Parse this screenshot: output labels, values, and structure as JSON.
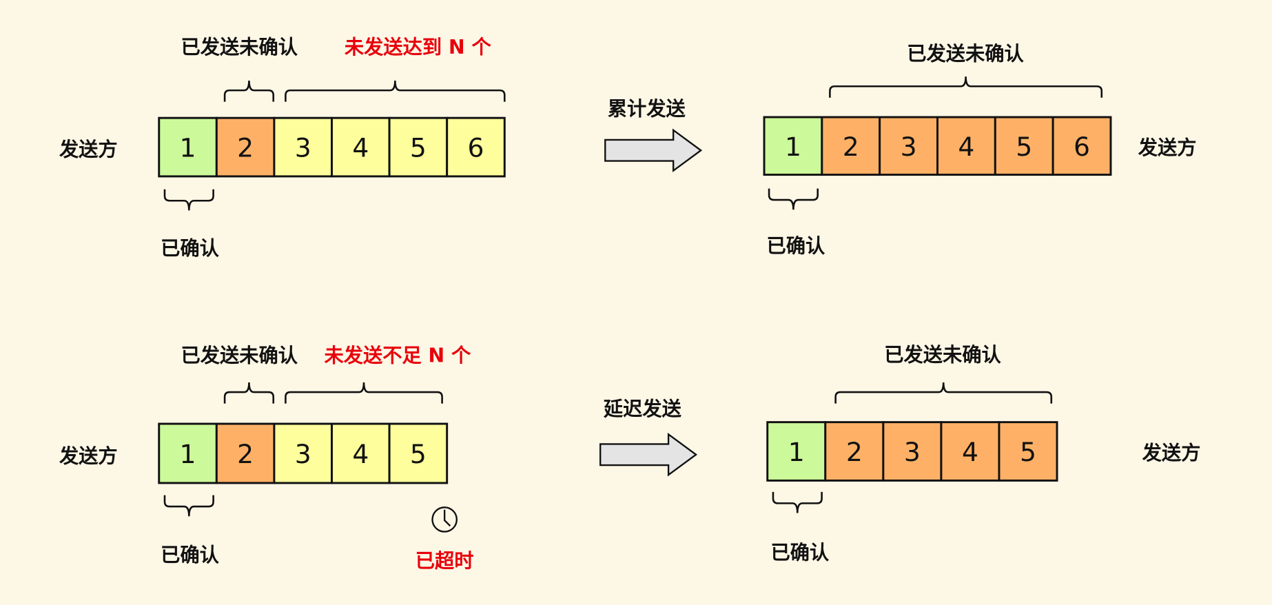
{
  "colors": {
    "background": "#fdf7e6",
    "acked": "#ccf99a",
    "sent_unacked": "#feb166",
    "unsent": "#feff9c",
    "alert": "#e8000b"
  },
  "panels": [
    {
      "before": {
        "sender_label": "发送方",
        "sent_unacked_label": "已发送未确认",
        "unsent_label": "未发送达到 N 个",
        "acked_label": "已确认",
        "cells": [
          {
            "n": "1",
            "state": "acked"
          },
          {
            "n": "2",
            "state": "sent_unacked"
          },
          {
            "n": "3",
            "state": "unsent"
          },
          {
            "n": "4",
            "state": "unsent"
          },
          {
            "n": "5",
            "state": "unsent"
          },
          {
            "n": "6",
            "state": "unsent"
          }
        ]
      },
      "action_label": "累计发送",
      "after": {
        "sender_label": "发送方",
        "sent_unacked_label": "已发送未确认",
        "acked_label": "已确认",
        "cells": [
          {
            "n": "1",
            "state": "acked"
          },
          {
            "n": "2",
            "state": "sent_unacked"
          },
          {
            "n": "3",
            "state": "sent_unacked"
          },
          {
            "n": "4",
            "state": "sent_unacked"
          },
          {
            "n": "5",
            "state": "sent_unacked"
          },
          {
            "n": "6",
            "state": "sent_unacked"
          }
        ]
      }
    },
    {
      "before": {
        "sender_label": "发送方",
        "sent_unacked_label": "已发送未确认",
        "unsent_label": "未发送不足 N 个",
        "acked_label": "已确认",
        "timeout_label": "已超时",
        "timeout_icon": "clock-icon",
        "cells": [
          {
            "n": "1",
            "state": "acked"
          },
          {
            "n": "2",
            "state": "sent_unacked"
          },
          {
            "n": "3",
            "state": "unsent"
          },
          {
            "n": "4",
            "state": "unsent"
          },
          {
            "n": "5",
            "state": "unsent"
          }
        ]
      },
      "action_label": "延迟发送",
      "after": {
        "sender_label": "发送方",
        "sent_unacked_label": "已发送未确认",
        "acked_label": "已确认",
        "cells": [
          {
            "n": "1",
            "state": "acked"
          },
          {
            "n": "2",
            "state": "sent_unacked"
          },
          {
            "n": "3",
            "state": "sent_unacked"
          },
          {
            "n": "4",
            "state": "sent_unacked"
          },
          {
            "n": "5",
            "state": "sent_unacked"
          }
        ]
      }
    }
  ]
}
